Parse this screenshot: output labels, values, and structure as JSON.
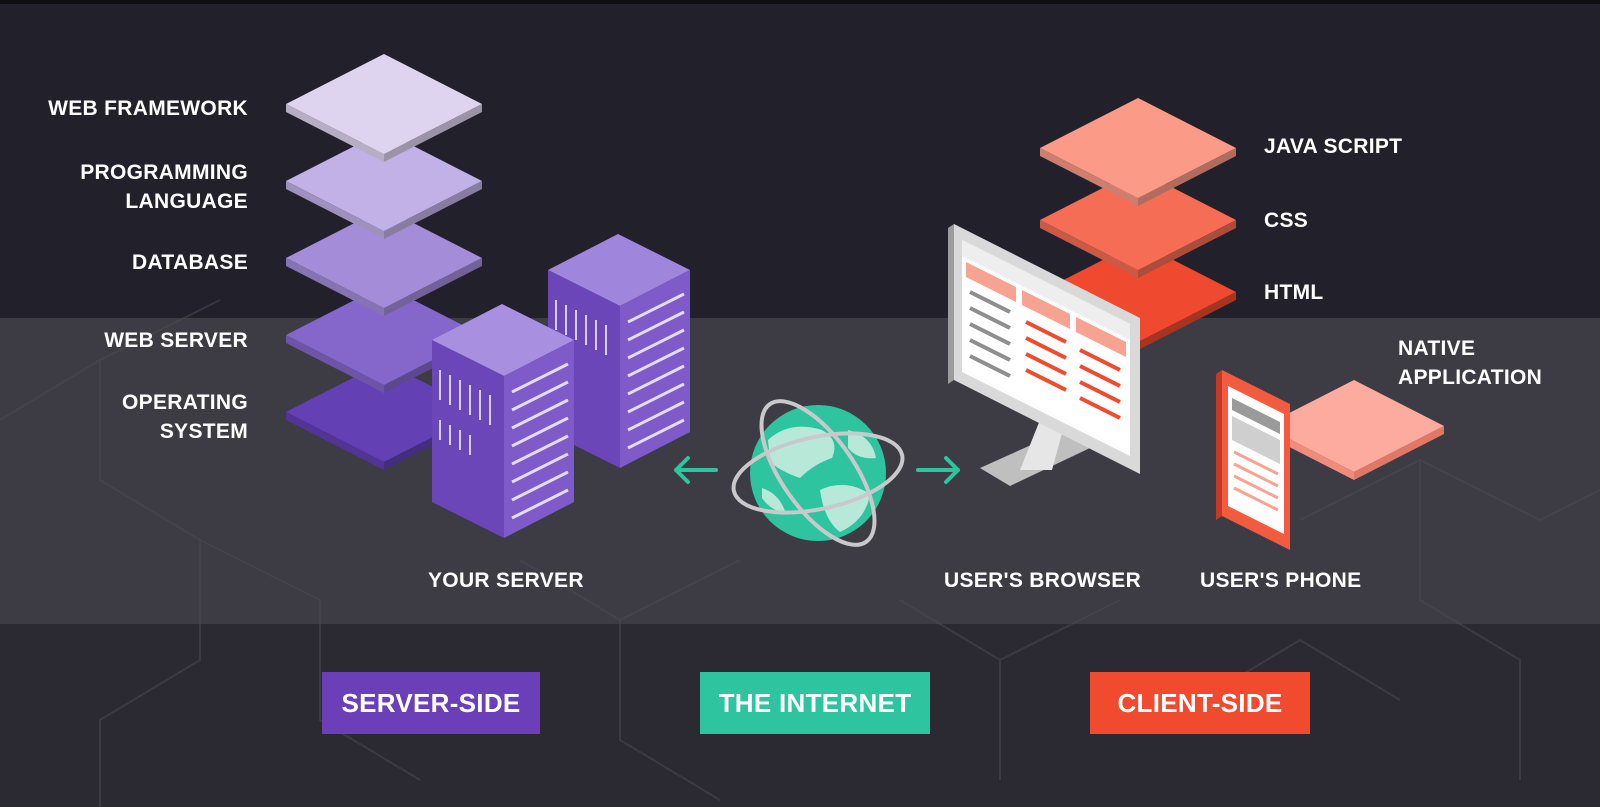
{
  "server_stack": {
    "layers": [
      {
        "label": "WEB FRAMEWORK",
        "color": "#ded4f0"
      },
      {
        "label": "PROGRAMMING\nLANGUAGE",
        "color": "#c2b1e6"
      },
      {
        "label": "DATABASE",
        "color": "#a48cd9"
      },
      {
        "label": "WEB SERVER",
        "color": "#8567cb"
      },
      {
        "label": "OPERATING\nSYSTEM",
        "color": "#6340b3"
      }
    ]
  },
  "client_stack": {
    "layers": [
      {
        "label": "JAVA SCRIPT",
        "color": "#fb9a87"
      },
      {
        "label": "CSS",
        "color": "#f66d55"
      },
      {
        "label": "HTML",
        "color": "#ef4a2f"
      }
    ]
  },
  "native": {
    "label": "NATIVE\nAPPLICATION",
    "color": "#fcab9e"
  },
  "devices": {
    "server": "YOUR SERVER",
    "browser": "USER'S BROWSER",
    "phone": "USER'S PHONE"
  },
  "tags": {
    "server_side": {
      "label": "SERVER-SIDE",
      "color": "#6b3fb8"
    },
    "internet": {
      "label": "THE INTERNET",
      "color": "#2ec4a0"
    },
    "client_side": {
      "label": "CLIENT-SIDE",
      "color": "#f04b2e"
    }
  },
  "colors": {
    "background": "#22212b",
    "band": "#3d3c44",
    "server_purple": "#7752c4",
    "globe_teal": "#2ec4a0",
    "globe_land": "#b8e8d8",
    "arrow_teal": "#2ec4a0",
    "monitor_frame": "#dcdcdc",
    "phone_red": "#f25b3f"
  }
}
